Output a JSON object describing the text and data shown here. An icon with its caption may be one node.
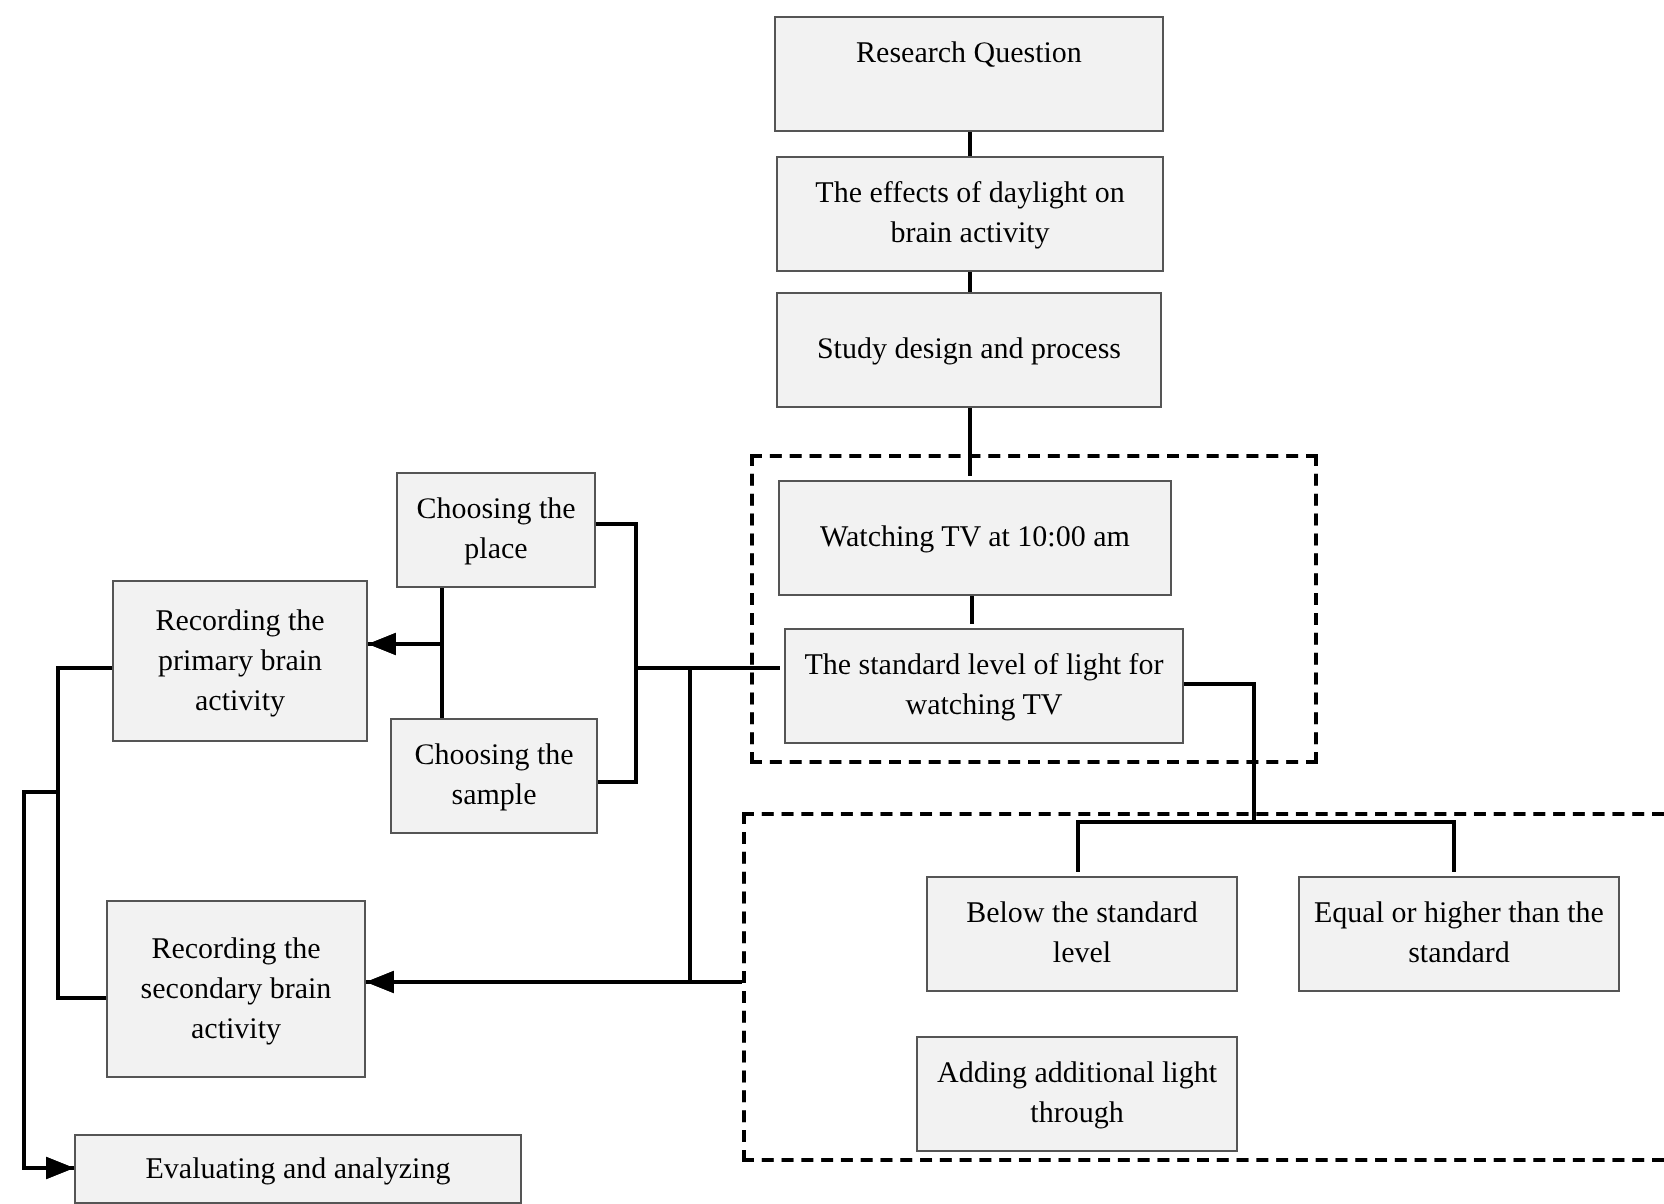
{
  "diagram": {
    "nodes": [
      {
        "text": [
          "Research Question"
        ]
      },
      {
        "text": [
          "The effects of daylight on brain activity"
        ]
      },
      {
        "text": [
          "Study design and process"
        ]
      },
      {
        "text": [],
        "shape": "box"
      },
      {
        "text": [
          "Watching TV at 10:00 am"
        ],
        "in": 3
      },
      {
        "text": [
          "The standard level of light for watching TV"
        ],
        "in": 3
      },
      {
        "text": [],
        "shape": "box"
      },
      {
        "text": [
          "Below the standard level"
        ],
        "in": 6
      },
      {
        "text": [
          "Equal or higher than the standard"
        ],
        "in": 6
      },
      {
        "text": [
          "Adding additional light through"
        ],
        "in": 6
      },
      {
        "text": [
          "Choosing the place"
        ]
      },
      {
        "text": [
          "Choosing the sample"
        ]
      },
      {
        "text": [
          "Recording the primary brain activity"
        ]
      },
      {
        "text": [
          "Recording the secondary brain activity"
        ]
      },
      {
        "text": [
          "Evaluating and analyzing"
        ]
      }
    ],
    "edges": [
      {
        "from": 0,
        "to": 1,
        "arrow": "none"
      },
      {
        "from": 1,
        "to": 2,
        "arrow": "none"
      },
      {
        "from": 2,
        "to": 4,
        "arrow": "none"
      },
      {
        "from": 4,
        "to": 5,
        "arrow": "none"
      },
      {
        "from": 5,
        "to": 7,
        "arrow": "none"
      },
      {
        "from": 5,
        "to": 8,
        "arrow": "none"
      },
      {
        "from": 10,
        "to": 5,
        "arrow": "none"
      },
      {
        "from": 11,
        "to": 5,
        "arrow": "none"
      },
      {
        "from": 5,
        "to": 13,
        "arrow": "to"
      },
      {
        "from": 6,
        "to": 13,
        "arrow": "to"
      },
      {
        "from": 10,
        "to": 12,
        "arrow": "to"
      },
      {
        "from": 11,
        "to": 12,
        "arrow": "to"
      },
      {
        "from": 12,
        "to": 14,
        "arrow": "to"
      },
      {
        "from": 13,
        "to": 14,
        "arrow": "to"
      }
    ]
  }
}
